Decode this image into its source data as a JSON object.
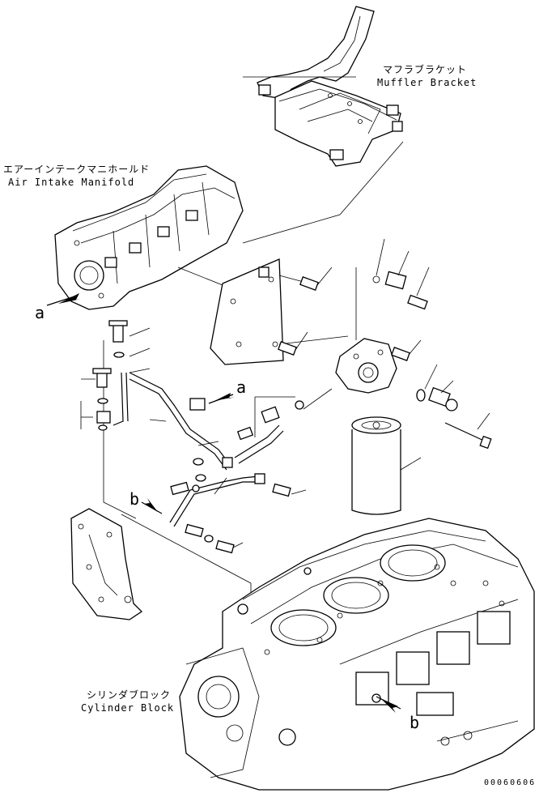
{
  "labels": {
    "muffler_bracket_ja": "マフラブラケット",
    "muffler_bracket_en": "Muffler Bracket",
    "air_intake_ja": "エアーインテークマニホールド",
    "air_intake_en": "Air Intake Manifold",
    "cylinder_block_ja": "シリンダブロック",
    "cylinder_block_en": "Cylinder Block"
  },
  "refs": {
    "a_left": "a",
    "a_mid": "a",
    "b_left": "b",
    "b_right": "b"
  },
  "doc_number": "00060606"
}
